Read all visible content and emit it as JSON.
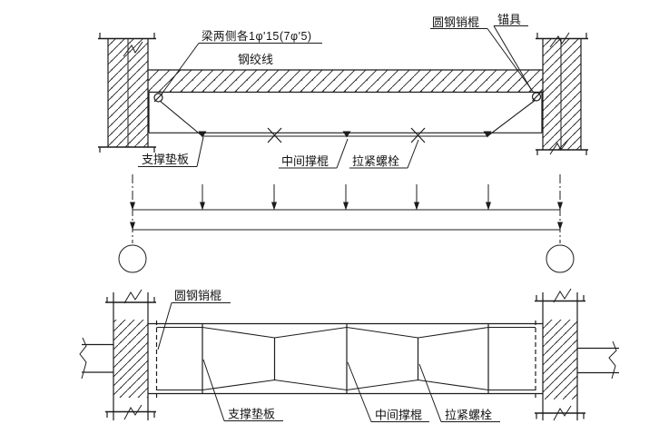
{
  "drawing": {
    "kind": "beam-prestressed-tie-rod-strengthening-detail",
    "colors": {
      "line": "#1c1c1c",
      "background": "#ffffff"
    },
    "elevation": {
      "labels": {
        "beam_note": "梁两侧各1φ'15(7φ'5)",
        "strand": "钢绞线",
        "round_pin": "圆钢销棍",
        "anchor": "锚具",
        "support_plate": "支撑垫板",
        "middle_strut": "中间撑棍",
        "tension_bolt": "拉紧螺栓"
      }
    },
    "plan": {
      "labels": {
        "round_pin": "圆钢销棍",
        "support_plate": "支撑垫板",
        "middle_strut": "中间撑棍",
        "tension_bolt": "拉紧螺栓"
      }
    }
  }
}
